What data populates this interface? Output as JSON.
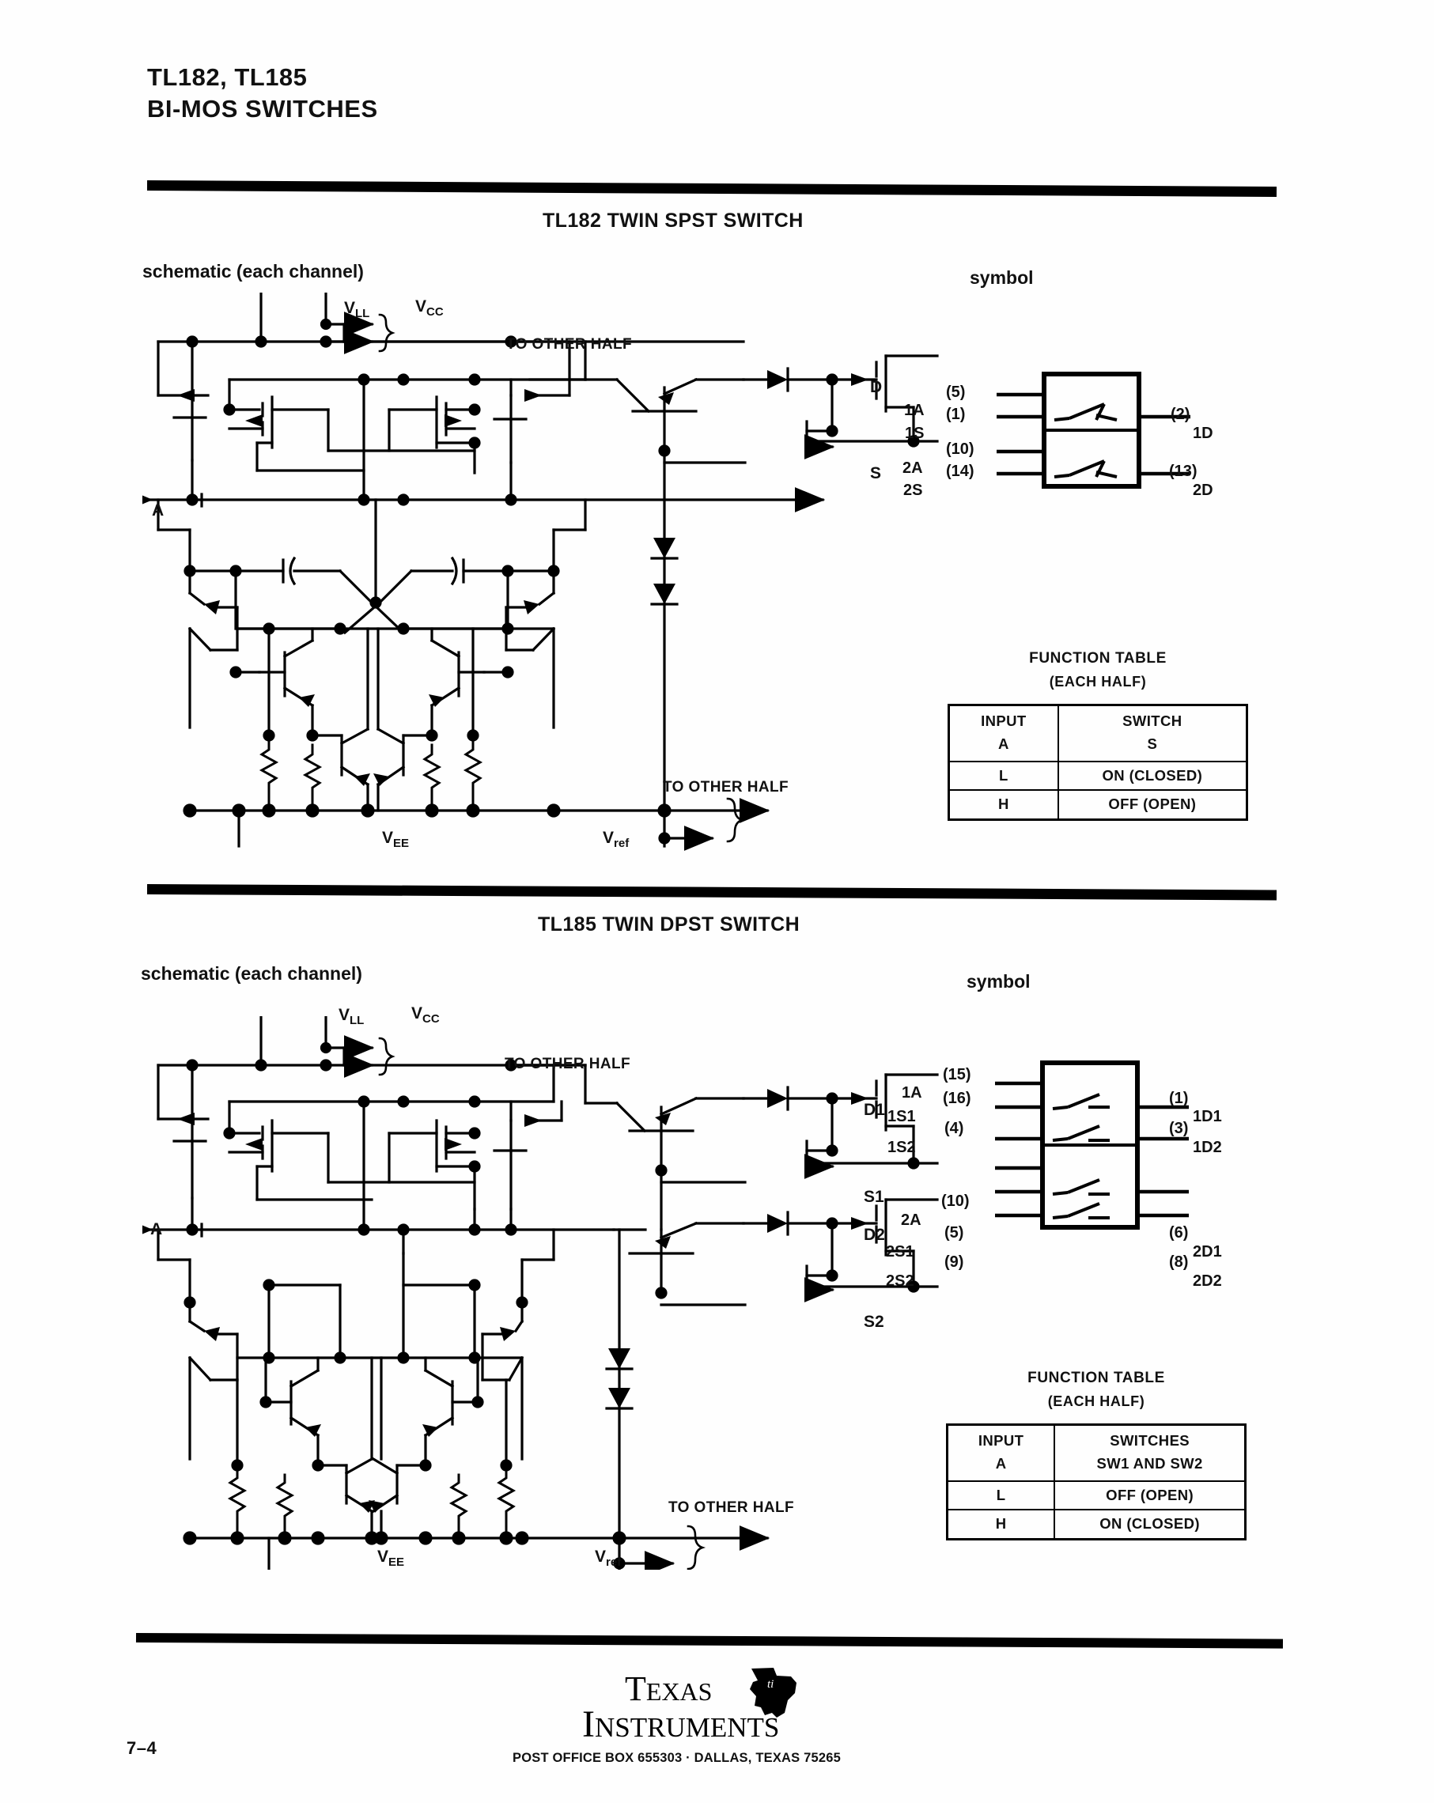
{
  "document": {
    "title_line1": "TL182, TL185",
    "title_line2": "BI-MOS SWITCHES",
    "page_number": "7–4"
  },
  "sections": [
    {
      "id": "tl182",
      "title": "TL182 TWIN SPST SWITCH",
      "schematic_label": "schematic (each channel)",
      "symbol_label": "symbol",
      "schematic": {
        "supply_labels": [
          "VLL",
          "VCC",
          "VEE",
          "Vref"
        ],
        "supply_sub": {
          "vll_base": "V",
          "vll_sub": "LL",
          "vcc_base": "V",
          "vcc_sub": "CC",
          "vee_base": "V",
          "vee_sub": "EE",
          "vref_base": "V",
          "vref_sub": "ref"
        },
        "notes": [
          "TO OTHER HALF",
          "TO OTHER HALF"
        ],
        "terminals": {
          "input": "A",
          "drain": "D",
          "source": "S"
        }
      },
      "symbol": {
        "left_pins": [
          {
            "name": "1A",
            "pin": "(5)"
          },
          {
            "name": "1S",
            "pin": "(1)"
          },
          {
            "name": "2A",
            "pin": "(10)"
          },
          {
            "name": "2S",
            "pin": "(14)"
          }
        ],
        "right_pins": [
          {
            "name": "1D",
            "pin": "(2)"
          },
          {
            "name": "2D",
            "pin": "(13)"
          }
        ]
      },
      "function_table": {
        "title": "FUNCTION TABLE",
        "subtitle": "(EACH HALF)",
        "headers": [
          {
            "line1": "INPUT",
            "line2": "A"
          },
          {
            "line1": "SWITCH",
            "line2": "S"
          }
        ],
        "rows": [
          [
            "L",
            "ON (CLOSED)"
          ],
          [
            "H",
            "OFF (OPEN)"
          ]
        ]
      }
    },
    {
      "id": "tl185",
      "title": "TL185 TWIN DPST SWITCH",
      "schematic_label": "schematic (each channel)",
      "symbol_label": "symbol",
      "schematic": {
        "supply_labels": [
          "VLL",
          "VCC",
          "VEE",
          "Vref"
        ],
        "supply_sub": {
          "vll_base": "V",
          "vll_sub": "LL",
          "vcc_base": "V",
          "vcc_sub": "CC",
          "vee_base": "V",
          "vee_sub": "EE",
          "vref_base": "V",
          "vref_sub": "ref"
        },
        "notes": [
          "TO OTHER HALF",
          "TO OTHER HALF"
        ],
        "terminals": {
          "input": "A",
          "drain1": "D1",
          "source1": "S1",
          "drain2": "D2",
          "source2": "S2"
        }
      },
      "symbol": {
        "left_pins": [
          {
            "name": "1A",
            "pin": "(15)"
          },
          {
            "name": "1S1",
            "pin": "(16)"
          },
          {
            "name": "1S2",
            "pin": "(4)"
          },
          {
            "name": "2A",
            "pin": "(10)"
          },
          {
            "name": "2S1",
            "pin": "(5)"
          },
          {
            "name": "2S2",
            "pin": "(9)"
          }
        ],
        "right_pins": [
          {
            "name": "1D1",
            "pin": "(1)"
          },
          {
            "name": "1D2",
            "pin": "(3)"
          },
          {
            "name": "2D1",
            "pin": "(6)"
          },
          {
            "name": "2D2",
            "pin": "(8)"
          }
        ]
      },
      "function_table": {
        "title": "FUNCTION TABLE",
        "subtitle": "(EACH HALF)",
        "headers": [
          {
            "line1": "INPUT",
            "line2": "A"
          },
          {
            "line1": "SWITCHES",
            "line2": "SW1 AND SW2"
          }
        ],
        "rows": [
          [
            "L",
            "OFF (OPEN)"
          ],
          [
            "H",
            "ON (CLOSED)"
          ]
        ]
      }
    }
  ],
  "footer": {
    "company_line1": "TEXAS",
    "company_line2": "INSTRUMENTS",
    "address": "POST OFFICE BOX 655303 · DALLAS, TEXAS 75265"
  }
}
